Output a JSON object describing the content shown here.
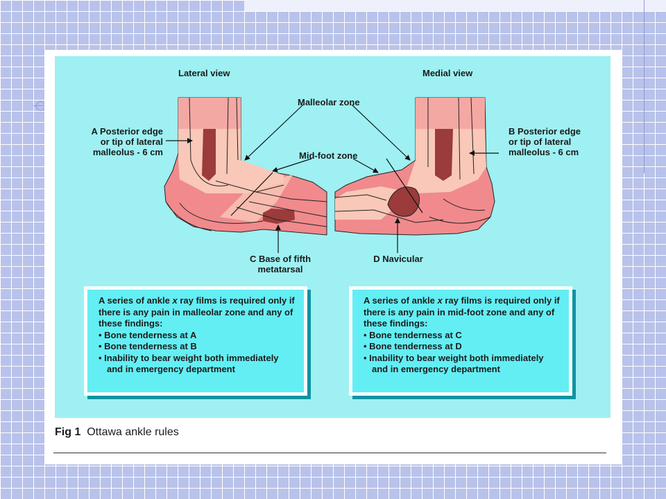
{
  "diagram": {
    "lateral_view_title": "Lateral view",
    "medial_view_title": "Medial view",
    "labels": {
      "malleolar_zone": "Malleolar zone",
      "mid_foot_zone": "Mid-foot zone",
      "point_a": "A Posterior edge\nor tip of lateral\nmalleolus - 6 cm",
      "point_b": "B Posterior edge\nor tip of lateral\nmalleolus - 6 cm",
      "point_c": "C Base of fifth\nmetatarsal",
      "point_d": "D Navicular"
    }
  },
  "rule_boxes": {
    "malleolar": {
      "intro_prefix": "A series of ankle ",
      "intro_italic": "x",
      "intro_suffix": " ray films is required only if there is any pain in malleolar zone and any of these findings:",
      "findings": [
        "Bone tenderness at A",
        "Bone tenderness at B",
        "Inability to bear weight both immediately and in emergency department"
      ]
    },
    "midfoot": {
      "intro_prefix": "A series of ankle ",
      "intro_italic": "x",
      "intro_suffix": " ray films is required only if there is any pain in mid-foot zone and any of these findings:",
      "findings": [
        "Bone tenderness at C",
        "Bone tenderness at D",
        "Inability to bear weight both immediately and in emergency department"
      ]
    }
  },
  "caption": {
    "figure_number": "Fig 1",
    "title": "Ottawa ankle rules"
  },
  "colors": {
    "diagram_background": "#9ef0f2",
    "zone_pink": "#f08a8d",
    "skin_light": "#f9c8b8",
    "tender_point": "#9b3b3b",
    "rule_box": "#63eef4",
    "slide_background": "#b9c2ea"
  }
}
